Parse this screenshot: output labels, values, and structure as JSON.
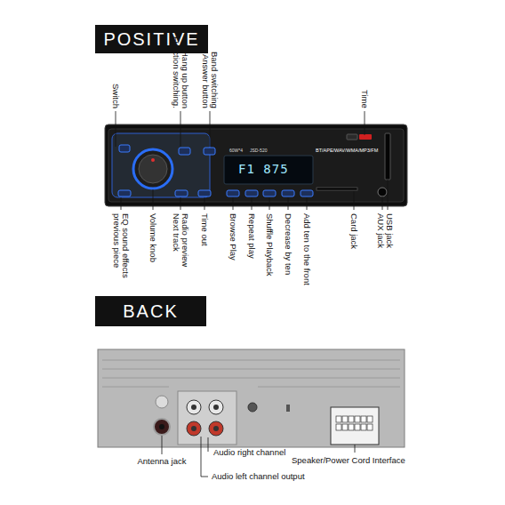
{
  "diagram": {
    "nodes": [
      {
        "text": [
          "POSITIVE"
        ]
      },
      {
        "text": [
          "BACK"
        ]
      }
    ],
    "labels": [
      "Band switching",
      "Answer button",
      "Hang up button",
      "Function switching.",
      "Switch",
      "Time",
      "EQ sound effects",
      "previous piece",
      "Volume knob",
      "Radio preview",
      "Next track",
      "Time out",
      "Browse Play",
      "Repeat play",
      "Shuffle Playback",
      "Decrease by ten",
      "Add ten to the front",
      "Card jack",
      "USB jack",
      "AUX jack",
      "Antenna jack",
      "Audio right channel",
      "Audio left channel output",
      "Speaker/Power Cord Interface",
      "60W*4",
      "JSD-520",
      "BT/APE/WAV/WMA/MP3/FM",
      "F1 875"
    ]
  }
}
